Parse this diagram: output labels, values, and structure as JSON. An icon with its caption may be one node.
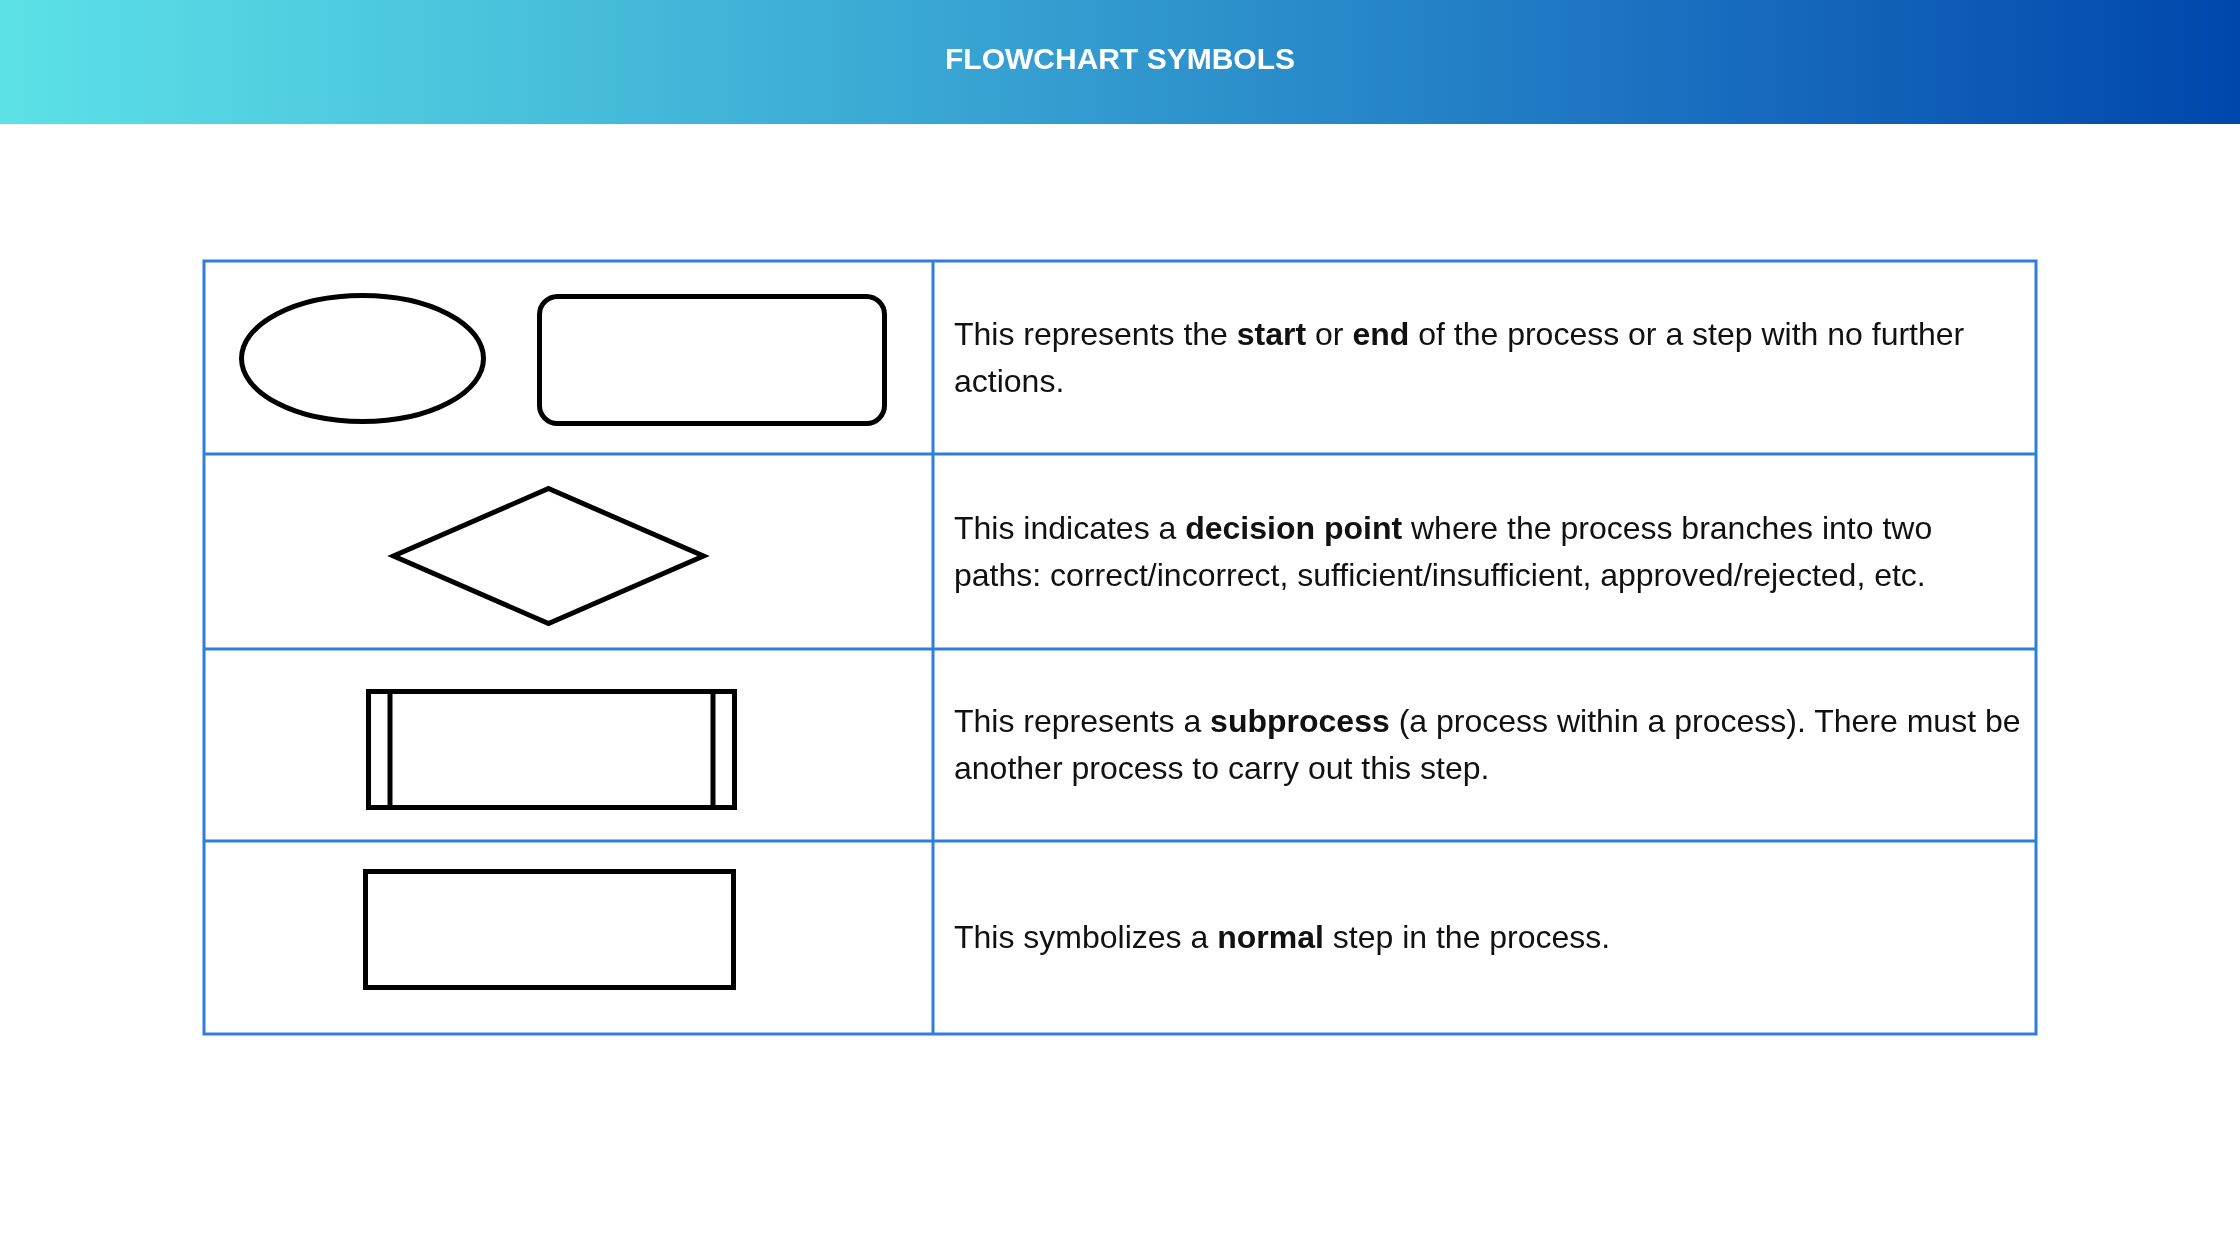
{
  "diagram": {
    "title": "FLOWCHART SYMBOLS",
    "nodes": [
      {
        "text": [],
        "shape": "ellipse"
      },
      {
        "text": [],
        "shape": "box"
      },
      {
        "text": [],
        "shape": "diamond"
      },
      {
        "text": [],
        "shape": "box"
      },
      {
        "text": [],
        "shape": "box"
      }
    ],
    "edges": [],
    "labels": [
      "This represents the **start** or **end** of the process or a step with no further actions.",
      "This indicates a **decision point** where the process branches into two paths: correct/incorrect, sufficient/insufficient, approved/rejected, etc.",
      "This represents a **subprocess** (a process within a process). There must be another process to carry out this step.",
      "This symbolizes a **normal** step in the process."
    ]
  }
}
